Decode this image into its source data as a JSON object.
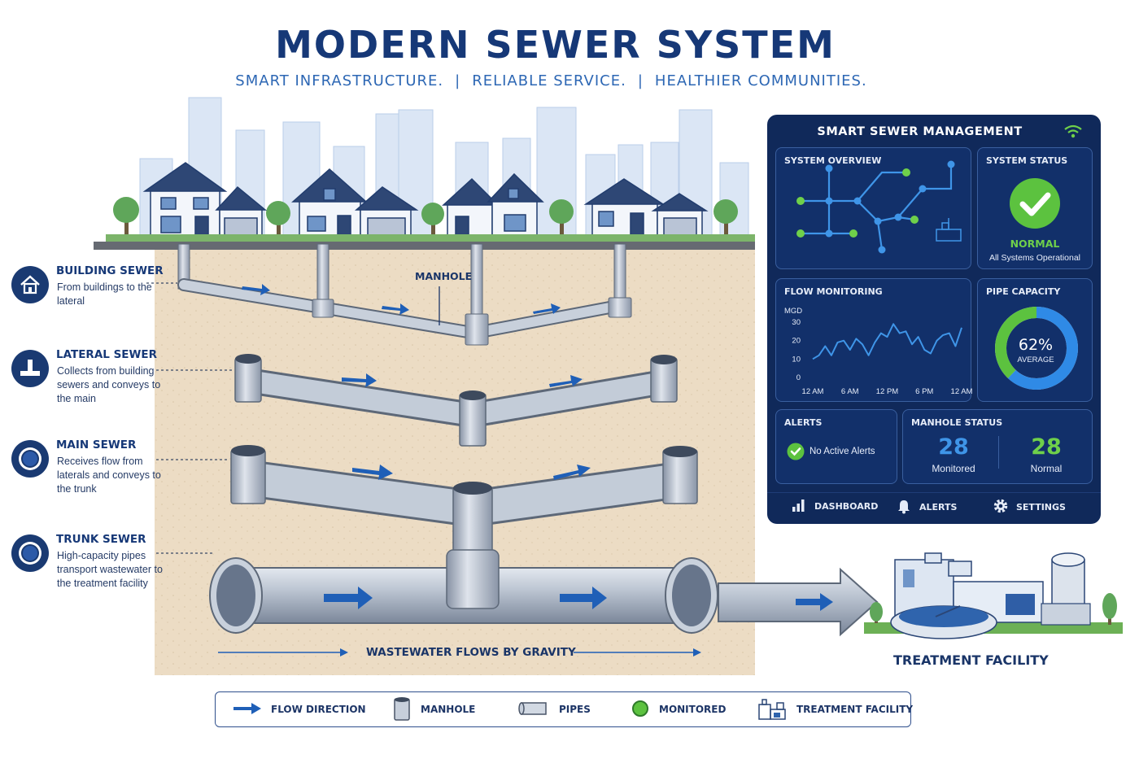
{
  "header": {
    "title": "MODERN SEWER SYSTEM",
    "taglines": [
      "SMART INFRASTRUCTURE.",
      "RELIABLE SERVICE.",
      "HEALTHIER COMMUNITIES."
    ],
    "separator": "|"
  },
  "sewer_types": [
    {
      "title": "BUILDING SEWER",
      "desc": "From buildings to the lateral",
      "icon": "house-icon"
    },
    {
      "title": "LATERAL SEWER",
      "desc": "Collects from building sewers and conveys to the main",
      "icon": "lateral-pipe-icon"
    },
    {
      "title": "MAIN SEWER",
      "desc": "Receives flow from laterals and conveys to the trunk",
      "icon": "pipe-ring-icon"
    },
    {
      "title": "TRUNK SEWER",
      "desc": "High-capacity pipes transport wastewater to the treatment facility",
      "icon": "pipe-ring-icon"
    }
  ],
  "diagram": {
    "manhole_label": "MANHOLE",
    "gravity_label": "WASTEWATER FLOWS BY GRAVITY",
    "facility_label": "TREATMENT FACILITY"
  },
  "dashboard": {
    "title": "SMART SEWER MANAGEMENT",
    "system_overview": {
      "title": "SYSTEM OVERVIEW"
    },
    "system_status": {
      "title": "SYSTEM STATUS",
      "status": "NORMAL",
      "detail": "All Systems Operational"
    },
    "flow_monitoring": {
      "title": "FLOW MONITORING"
    },
    "pipe_capacity": {
      "title": "PIPE CAPACITY",
      "value": "62%",
      "percent": 62,
      "label": "AVERAGE"
    },
    "alerts": {
      "title": "ALERTS",
      "message": "No Active Alerts"
    },
    "manhole_status": {
      "title": "MANHOLE STATUS",
      "monitored_value": "28",
      "monitored_label": "Monitored",
      "normal_value": "28",
      "normal_label": "Normal"
    },
    "nav": [
      {
        "label": "DASHBOARD",
        "icon": "bar-chart-icon"
      },
      {
        "label": "ALERTS",
        "icon": "bell-icon"
      },
      {
        "label": "SETTINGS",
        "icon": "gear-icon"
      }
    ],
    "colors": {
      "panel": "#10295a",
      "card": "#12306a",
      "ok": "#6fd04a",
      "accent": "#2f8ae6"
    }
  },
  "chart_data": {
    "type": "line",
    "title": "",
    "ylabel": "MGD",
    "xlabel": "",
    "ylim": [
      0,
      30
    ],
    "yticks": [
      0,
      10,
      20,
      30
    ],
    "xticks": [
      "12 AM",
      "6 AM",
      "12 PM",
      "6 PM",
      "12 AM"
    ],
    "x": [
      0,
      1,
      2,
      3,
      4,
      5,
      6,
      7,
      8,
      9,
      10,
      11,
      12,
      13,
      14,
      15,
      16,
      17,
      18,
      19,
      20,
      21,
      22,
      23,
      24
    ],
    "series": [
      {
        "values": [
          10,
          12,
          17,
          12,
          19,
          20,
          15,
          21,
          18,
          12,
          19,
          24,
          22,
          29,
          24,
          25,
          18,
          22,
          15,
          13,
          20,
          23,
          24,
          17,
          27
        ]
      }
    ]
  },
  "legend": [
    {
      "label": "FLOW DIRECTION",
      "icon": "flow-arrow-icon"
    },
    {
      "label": "MANHOLE",
      "icon": "manhole-icon"
    },
    {
      "label": "PIPES",
      "icon": "pipe-icon"
    },
    {
      "label": "MONITORED",
      "icon": "monitored-dot-icon"
    },
    {
      "label": "TREATMENT FACILITY",
      "icon": "treatment-facility-icon"
    }
  ]
}
